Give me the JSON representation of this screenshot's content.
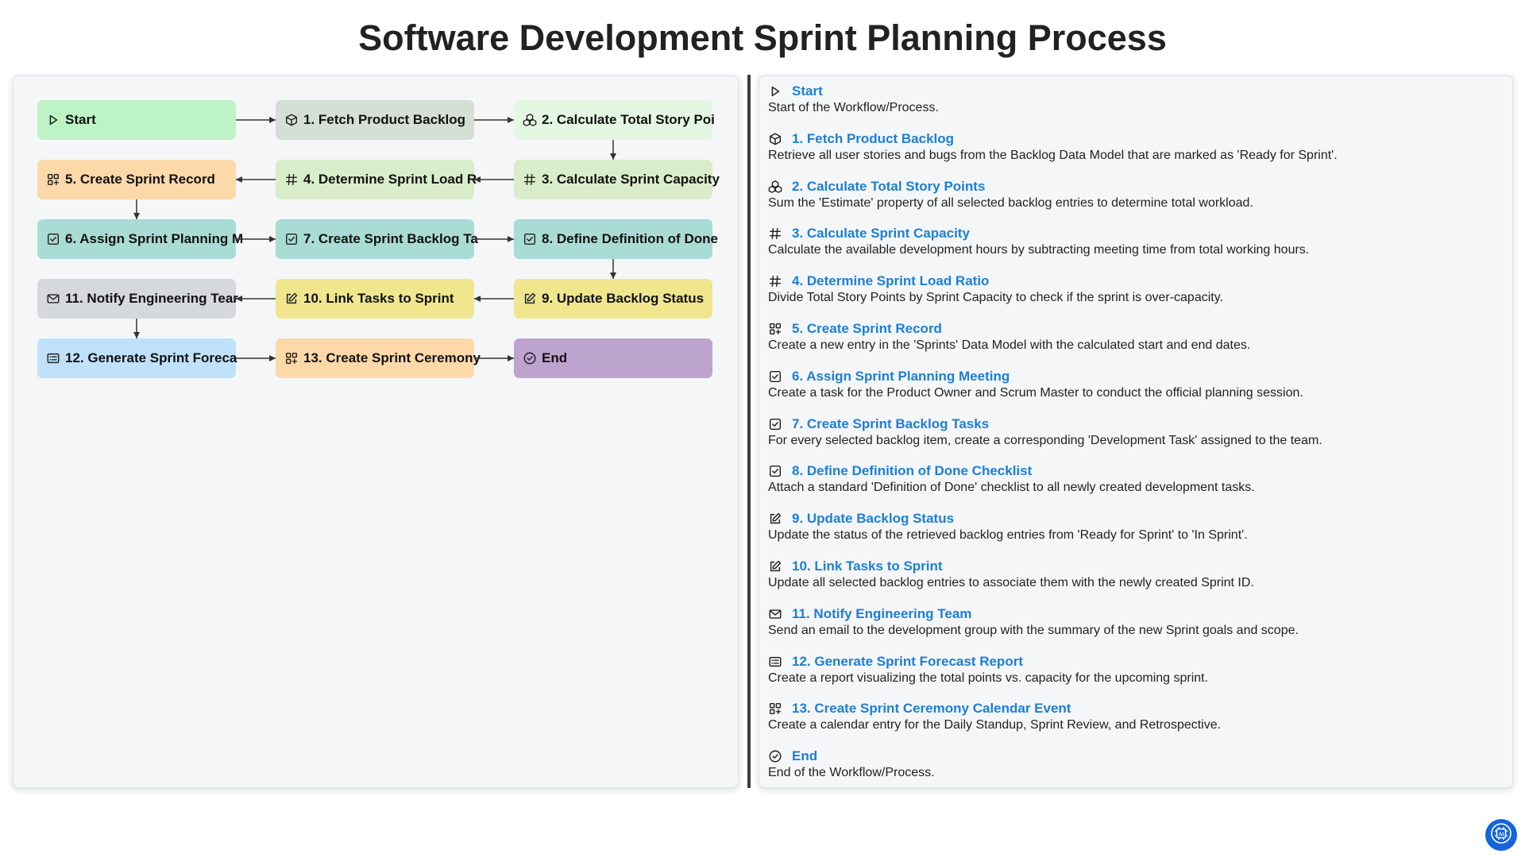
{
  "title": "Software Development Sprint Planning Process",
  "colors": {
    "green": "#bdf3c5",
    "grey_green": "#d4dfd6",
    "light_green": "#e4f7e2",
    "lime": "#d9edca",
    "orange": "#fdd9a9",
    "teal": "#a9dcd5",
    "yellow": "#f0e68e",
    "grey": "#d5d9dd",
    "blue": "#bfe2fa",
    "purple": "#bda4cf",
    "title_link": "#1c7fd6"
  },
  "nodes": [
    {
      "label": "Start",
      "icon": "play-icon",
      "color": "#bdf3c5"
    },
    {
      "label": "1. Fetch Product Backlog",
      "icon": "cube-icon",
      "color": "#d4dfd6"
    },
    {
      "label": "2. Calculate Total Story Poi",
      "icon": "cubes-icon",
      "color": "#e4f7e2"
    },
    {
      "label": "3. Calculate Sprint Capacity",
      "icon": "calculator-hash-icon",
      "color": "#d9edca"
    },
    {
      "label": "4. Determine Sprint Load R",
      "icon": "calculator-hash-icon",
      "color": "#d9edca"
    },
    {
      "label": "5. Create Sprint Record",
      "icon": "grid-plus-icon",
      "color": "#fdd9a9"
    },
    {
      "label": "6. Assign Sprint Planning M",
      "icon": "checkbox-icon",
      "color": "#a9dcd5"
    },
    {
      "label": "7. Create Sprint Backlog Ta",
      "icon": "checkbox-icon",
      "color": "#a9dcd5"
    },
    {
      "label": "8. Define Definition of Done",
      "icon": "checkbox-icon",
      "color": "#a9dcd5"
    },
    {
      "label": "9. Update Backlog Status",
      "icon": "edit-icon",
      "color": "#f0e68e"
    },
    {
      "label": "10. Link Tasks to Sprint",
      "icon": "edit-icon",
      "color": "#f0e68e"
    },
    {
      "label": "11. Notify Engineering Tear",
      "icon": "mail-icon",
      "color": "#d5d9dd"
    },
    {
      "label": "12. Generate Sprint Foreca",
      "icon": "report-icon",
      "color": "#bfe2fa"
    },
    {
      "label": "13. Create Sprint Ceremony",
      "icon": "grid-plus-icon",
      "color": "#fdd9a9"
    },
    {
      "label": "End",
      "icon": "check-circle-icon",
      "color": "#bda4cf"
    }
  ],
  "steps": [
    {
      "title": "Start",
      "icon": "play-icon",
      "desc": "Start of the Workflow/Process."
    },
    {
      "title": "1. Fetch Product Backlog",
      "icon": "cube-icon",
      "desc": "Retrieve all user stories and bugs from the Backlog Data Model that are marked as 'Ready for Sprint'."
    },
    {
      "title": "2. Calculate Total Story Points",
      "icon": "cubes-icon",
      "desc": "Sum the 'Estimate' property of all selected backlog entries to determine total workload."
    },
    {
      "title": "3. Calculate Sprint Capacity",
      "icon": "calculator-hash-icon",
      "desc": "Calculate the available development hours by subtracting meeting time from total working hours."
    },
    {
      "title": "4. Determine Sprint Load Ratio",
      "icon": "calculator-hash-icon",
      "desc": "Divide Total Story Points by Sprint Capacity to check if the sprint is over-capacity."
    },
    {
      "title": "5. Create Sprint Record",
      "icon": "grid-plus-icon",
      "desc": "Create a new entry in the 'Sprints' Data Model with the calculated start and end dates."
    },
    {
      "title": "6. Assign Sprint Planning Meeting",
      "icon": "checkbox-icon",
      "desc": "Create a task for the Product Owner and Scrum Master to conduct the official planning session."
    },
    {
      "title": "7. Create Sprint Backlog Tasks",
      "icon": "checkbox-icon",
      "desc": "For every selected backlog item, create a corresponding 'Development Task' assigned to the team."
    },
    {
      "title": "8. Define Definition of Done Checklist",
      "icon": "checkbox-icon",
      "desc": "Attach a standard 'Definition of Done' checklist to all newly created development tasks."
    },
    {
      "title": "9. Update Backlog Status",
      "icon": "edit-icon",
      "desc": "Update the status of the retrieved backlog entries from 'Ready for Sprint' to 'In Sprint'."
    },
    {
      "title": "10. Link Tasks to Sprint",
      "icon": "edit-icon",
      "desc": "Update all selected backlog entries to associate them with the newly created Sprint ID."
    },
    {
      "title": "11. Notify Engineering Team",
      "icon": "mail-icon",
      "desc": "Send an email to the development group with the summary of the new Sprint goals and scope."
    },
    {
      "title": "12. Generate Sprint Forecast Report",
      "icon": "report-icon",
      "desc": "Create a report visualizing the total points vs. capacity for the upcoming sprint."
    },
    {
      "title": "13. Create Sprint Ceremony Calendar Event",
      "icon": "grid-plus-icon",
      "desc": "Create a calendar entry for the Daily Standup, Sprint Review, and Retrospective."
    },
    {
      "title": "End",
      "icon": "check-circle-icon",
      "desc": "End of the Workflow/Process."
    }
  ],
  "edges": [
    [
      0,
      1
    ],
    [
      1,
      2
    ],
    [
      2,
      3
    ],
    [
      3,
      4
    ],
    [
      4,
      5
    ],
    [
      5,
      6
    ],
    [
      6,
      7
    ],
    [
      7,
      8
    ],
    [
      8,
      9
    ],
    [
      9,
      10
    ],
    [
      10,
      11
    ],
    [
      11,
      12
    ],
    [
      12,
      13
    ],
    [
      13,
      14
    ]
  ],
  "badge_icon": "ai-chip-icon"
}
